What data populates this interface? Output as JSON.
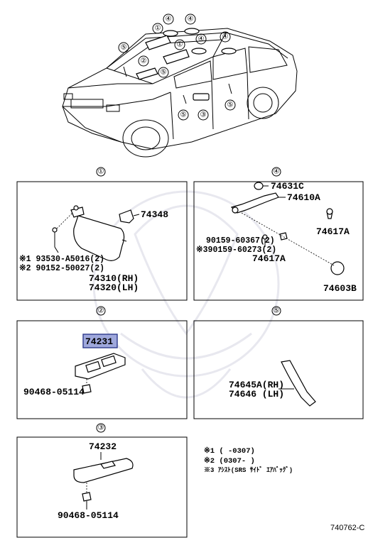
{
  "callouts": {
    "s1": "①",
    "s2": "②",
    "s3": "③",
    "s4": "④",
    "s5": "⑤"
  },
  "car_callouts": [
    "④",
    "④",
    "①",
    "①",
    "⑤",
    "②",
    "⑤",
    "④",
    "④",
    "⑤",
    "⑤",
    "③"
  ],
  "panel1": {
    "p74348": "74348",
    "note1": "※1 93530-A5016(2)",
    "note2": "※2 90152-50027(2)",
    "p74310": "74310(RH)",
    "p74320": "74320(LH)"
  },
  "panel4": {
    "p74631C": "74631C",
    "p74610A": "74610A",
    "p74617A_top": "74617A",
    "screw1": "90159-60367(2)",
    "screw2": "※390159-60273(2)",
    "p74617A_mid": "74617A",
    "p74603B": "74603B"
  },
  "panel2": {
    "p74231": "74231",
    "p90468": "90468-05114"
  },
  "panel5": {
    "p74645A": "74645A(RH)",
    "p74646": "74646  (LH)"
  },
  "panel3": {
    "p74232": "74232",
    "p90468": "90468-05114"
  },
  "legend": {
    "l1": "※1 (       -0307)",
    "l2": "※2 (0307-       )",
    "l3": "※3 ｱｼｽﾄ(SRS ｻｲﾄﾞ ｴｱﾊﾞｯｸﾞ)"
  },
  "diagram_code": "740762-C"
}
